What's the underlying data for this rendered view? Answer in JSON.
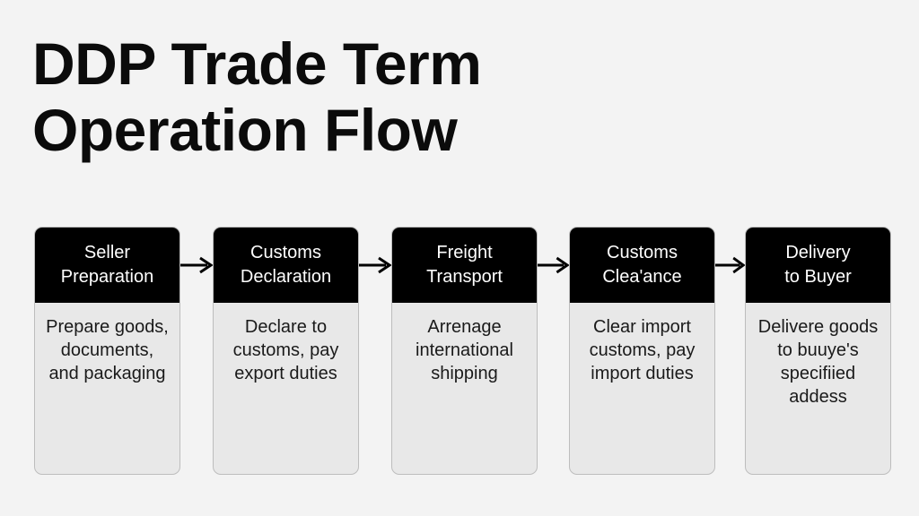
{
  "title": {
    "line1": "DDP Trade Term",
    "line2": "Operation Flow"
  },
  "steps": [
    {
      "header": [
        "Seller",
        "Preparation"
      ],
      "body": [
        "Prepare goods,",
        "documents,",
        "and packaging"
      ]
    },
    {
      "header": [
        "Customs",
        "Declaration"
      ],
      "body": [
        "Declare to",
        "customs, pay",
        "export duties"
      ]
    },
    {
      "header": [
        "Freight",
        "Transport"
      ],
      "body": [
        "Arrenage",
        "international",
        "shipping"
      ]
    },
    {
      "header": [
        "Customs",
        "Clea'ance"
      ],
      "body": [
        "Clear import",
        "customs, pay",
        "import duties"
      ]
    },
    {
      "header": [
        "Delivery",
        "to Buyer"
      ],
      "body": [
        "Delivere goods",
        "to buuye's",
        "specifiied",
        "addess"
      ]
    }
  ]
}
